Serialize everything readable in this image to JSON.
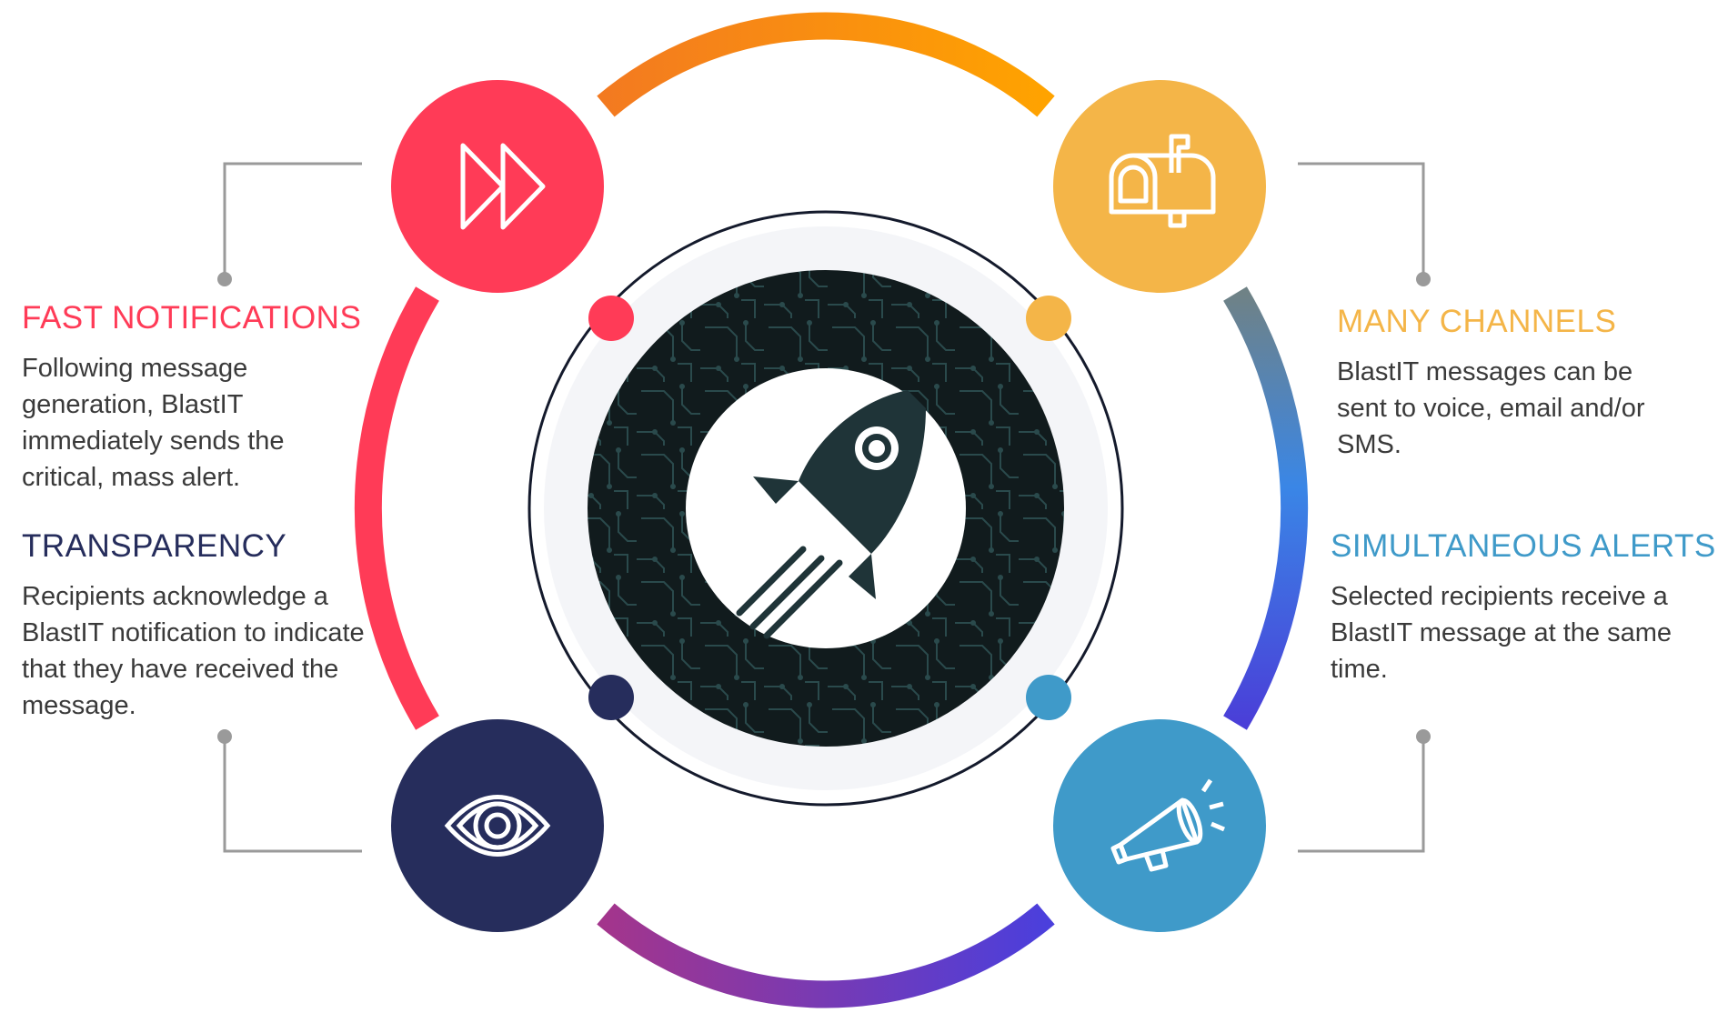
{
  "features": {
    "fast": {
      "title": "FAST NOTIFICATIONS",
      "body": "Following message generation, BlastIT immediately sends the critical, mass alert.",
      "color": "#ff3b57",
      "icon": "fast-forward-icon"
    },
    "transparency": {
      "title": "TRANSPARENCY",
      "body": "Recipients acknowledge a BlastIT notification to indicate that they have received the message.",
      "color": "#262d5c",
      "icon": "eye-icon"
    },
    "channels": {
      "title": "MANY CHANNELS",
      "body": "BlastIT messages can be sent to voice, email and/or SMS.",
      "color": "#f4b548",
      "icon": "mailbox-icon"
    },
    "simultaneous": {
      "title": "SIMULTANEOUS ALERTS",
      "body": "Selected recipients receive a BlastIT message at the same time.",
      "color": "#3f9ac9",
      "icon": "megaphone-icon"
    }
  },
  "center": {
    "icon": "rocket-icon",
    "background_color": "#101a1c"
  },
  "colors": {
    "connector_gray": "#9a9a9a",
    "arc_top": [
      "#f37a20",
      "#ffa000"
    ],
    "arc_bottom": [
      "#a0358f",
      "#4a3fd8"
    ],
    "arc_right": [
      "#6b8a8f",
      "#3f4fe0"
    ],
    "arc_left": "#ff3b57"
  }
}
